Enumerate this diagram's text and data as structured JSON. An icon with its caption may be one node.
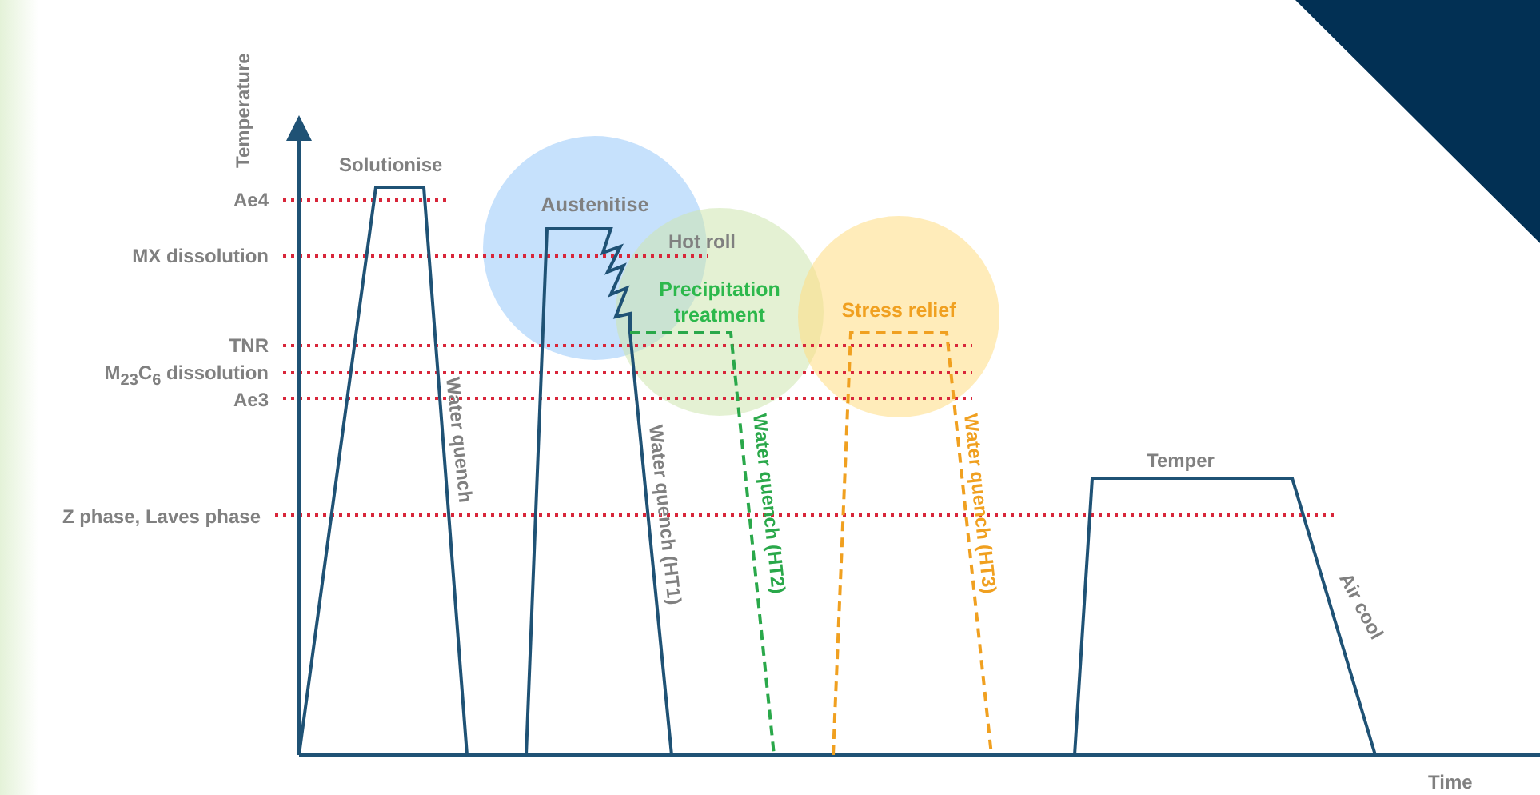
{
  "diagram": {
    "nodes": [
      {
        "text": [
          "Austenitise"
        ]
      },
      {
        "text": [
          "Precipitation treatment"
        ]
      },
      {
        "text": [
          "Stress relief"
        ]
      }
    ],
    "labels": [
      "Temperature",
      "Solutionise",
      "Ae4",
      "MX dissolution",
      "TNR",
      "M$_{23}$C$_{6}$ dissolution",
      "Ae3",
      "Z phase, Laves phase",
      "Water quench",
      "Hot roll",
      "Water quench (HT1)",
      "Water quench (HT2)",
      "Water quench (HT3)",
      "Temper",
      "Air cool",
      "Time"
    ]
  }
}
